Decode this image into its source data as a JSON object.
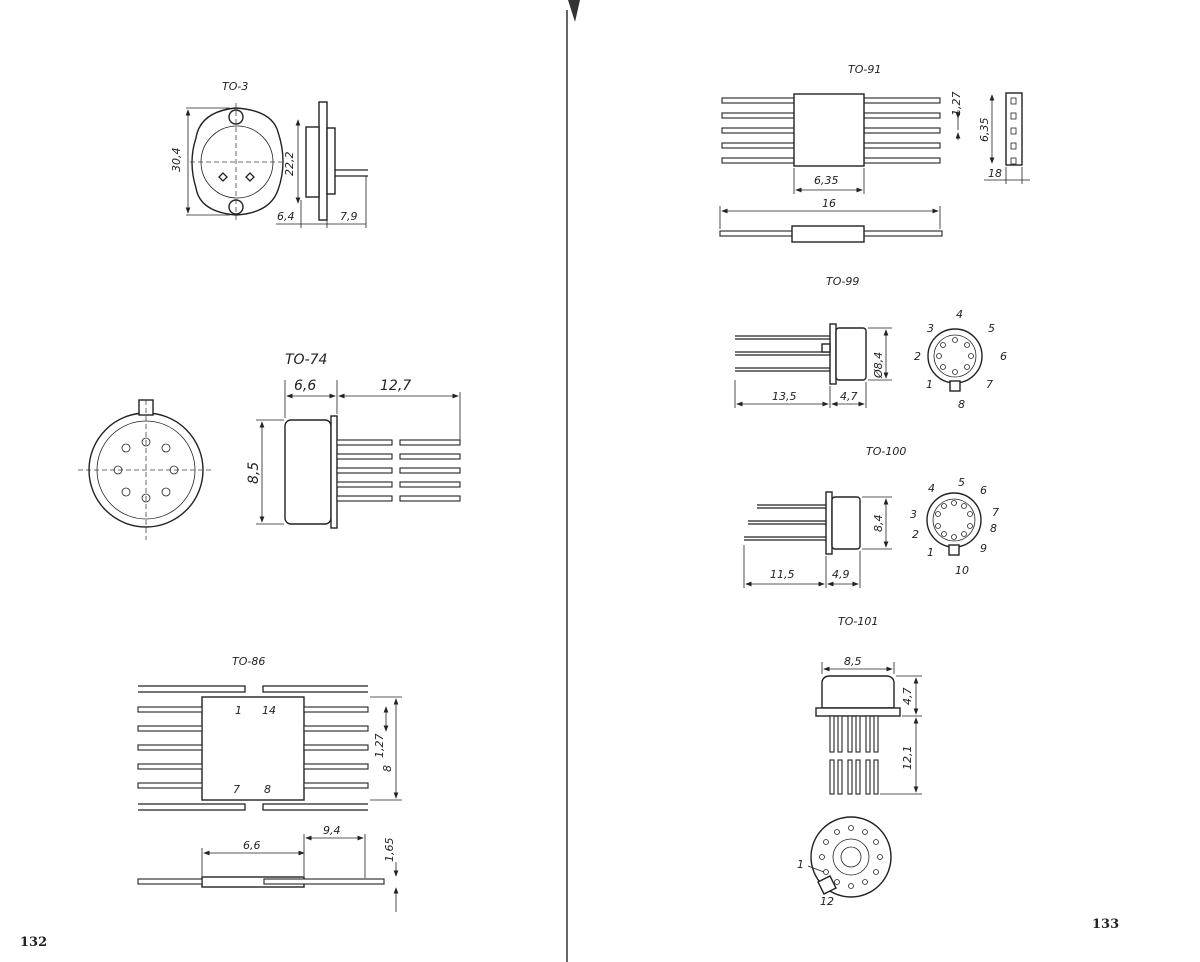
{
  "pages": {
    "left": "132",
    "right": "133"
  },
  "to3": {
    "title": "ТО-3",
    "dims": [
      "30,4",
      "22,2",
      "6,4",
      "7,9"
    ]
  },
  "to74": {
    "title": "ТО-74",
    "dims": [
      "6,6",
      "12,7",
      "8,5"
    ]
  },
  "to86": {
    "title": "ТО-86",
    "dims": [
      "1,27",
      "8",
      "6,6",
      "9,4",
      "1,65"
    ],
    "pins": [
      "1",
      "14",
      "7",
      "8"
    ]
  },
  "to91": {
    "title": "ТО-91",
    "dims": [
      "1,27",
      "6,35",
      "6,35",
      "18",
      "16"
    ]
  },
  "to99": {
    "title": "ТО-99",
    "dims": [
      "Ø8,4",
      "13,5",
      "4,7"
    ],
    "pins": [
      "1",
      "2",
      "3",
      "4",
      "5",
      "6",
      "7",
      "8"
    ]
  },
  "to100": {
    "title": "ТО-100",
    "dims": [
      "8,4",
      "11,5",
      "4,9"
    ],
    "pins": [
      "1",
      "2",
      "3",
      "4",
      "5",
      "6",
      "7",
      "8",
      "9",
      "10"
    ]
  },
  "to101": {
    "title": "ТО-101",
    "dims": [
      "8,5",
      "4,7",
      "12,1"
    ],
    "pins": [
      "1",
      "12"
    ]
  }
}
